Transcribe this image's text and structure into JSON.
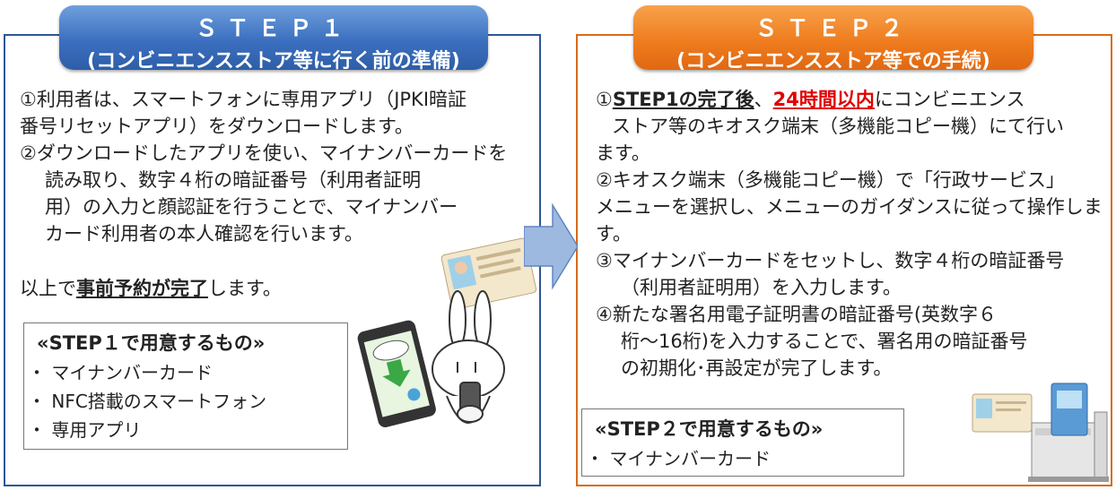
{
  "step1": {
    "title": "ＳＴＥＰ１",
    "subtitle": "(コンビニエンスストア等に行く前の準備)",
    "item1_line1": "①利用者は、スマートフォンに専用アプリ（JPKI暗証",
    "item1_line2": "番号リセットアプリ）をダウンロードします。",
    "item2_line1": "②ダウンロードしたアプリを使い、マイナンバーカードを",
    "item2_line2": "読み取り、数字４桁の暗証番号（利用者証明",
    "item2_line3": "用）の入力と顔認証を行うことで、マイナンバー",
    "item2_line4": "カード利用者の本人確認を行います。",
    "complete_prefix": "以上で",
    "complete_bold": "事前予約が完了",
    "complete_suffix": "します。",
    "needs_title": "«STEP１で用意するもの»",
    "needs_items": [
      "・ マイナンバーカード",
      "・ NFC搭載のスマートフォン",
      "・ 専用アプリ"
    ]
  },
  "step2": {
    "title": "ＳＴＥＰ２",
    "subtitle": "(コンビニエンスストア等での手続)",
    "item1_prefix": "①",
    "item1_bold": "STEP1の完了後",
    "item1_comma": "、",
    "item1_red": "24時間以内",
    "item1_rest": "にコンビニエンス",
    "item1_line2": "ストア等のキオスク端末（多機能コピー機）にて行い",
    "item1_line3": "ます。",
    "item2_line1": "②キオスク端末（多機能コピー機）で「行政サービス」",
    "item2_line2": "メニューを選択し、メニューのガイダンスに従って操作しま",
    "item2_line3": "す。",
    "item3_line1": "③マイナンバーカードをセットし、数字４桁の暗証番号",
    "item3_line2": "（利用者証明用）を入力します。",
    "item4_line1": "④新たな署名用電子証明書の暗証番号(英数字６",
    "item4_line2": "桁～16桁)を入力することで、署名用の暗証番号",
    "item4_line3": "の初期化･再設定が完了します。",
    "needs_title": "«STEP２で用意するもの»",
    "needs_items": [
      "・ マイナンバーカード"
    ]
  },
  "colors": {
    "step1": "#2f5597",
    "step2": "#ef7d1f",
    "arrow": "#9db9e0",
    "emphasis": "#e00000"
  }
}
